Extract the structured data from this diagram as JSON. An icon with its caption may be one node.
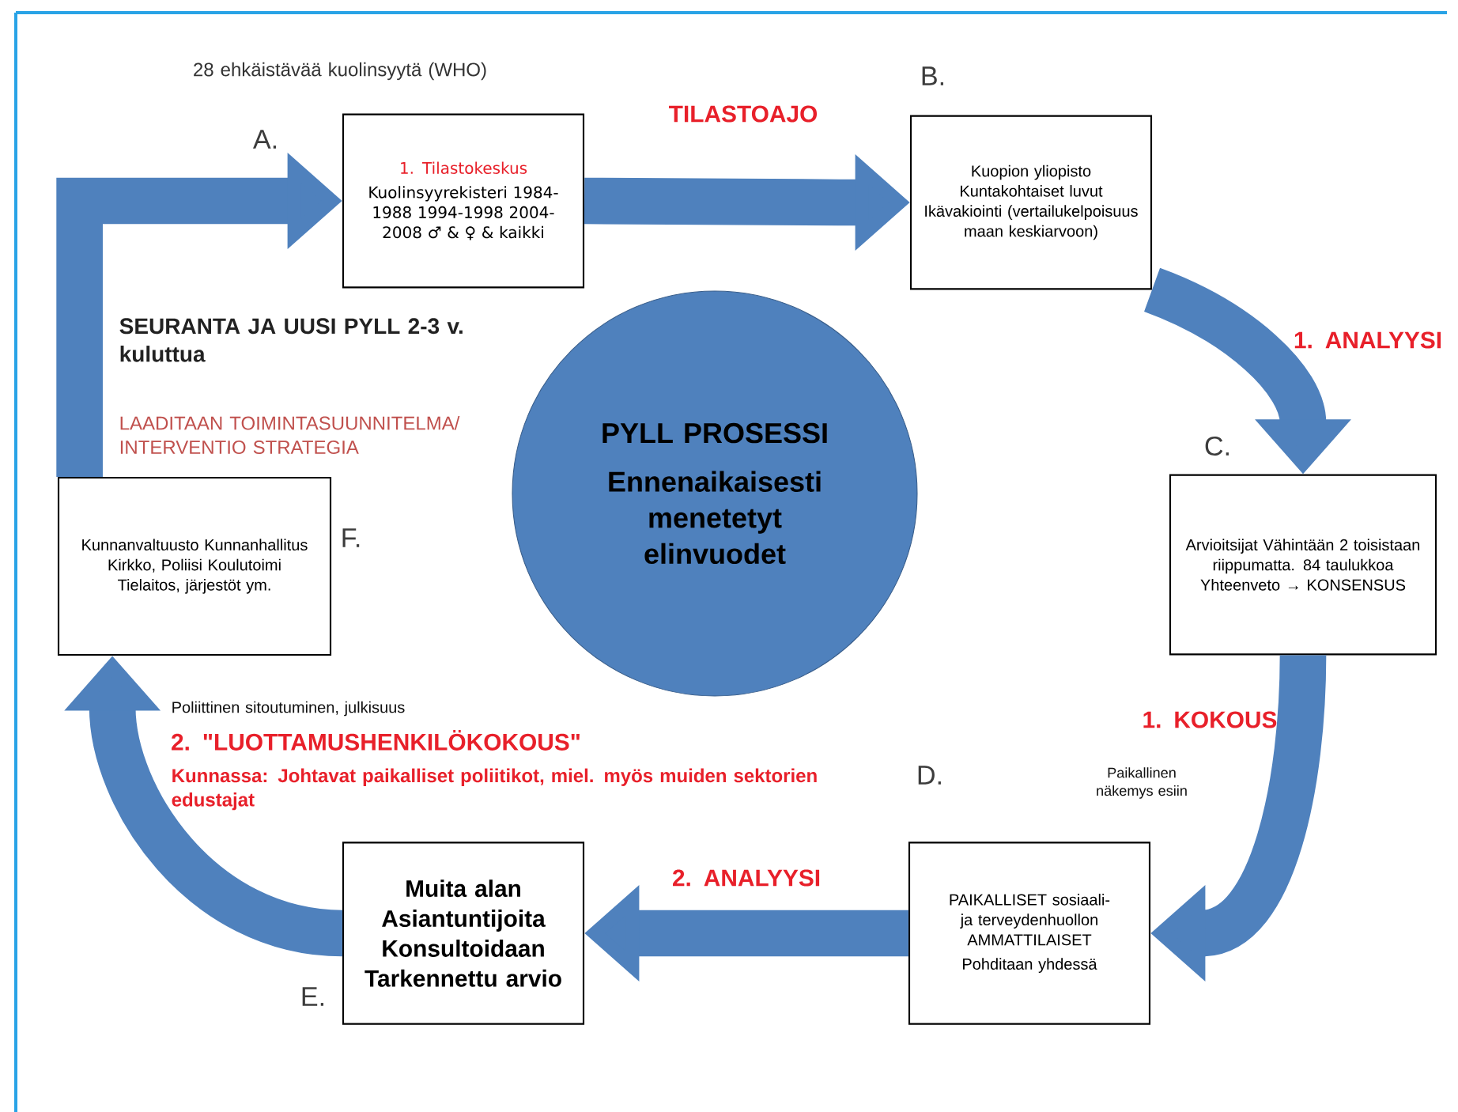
{
  "diagram": {
    "nodes": [
      {
        "text": [
          "1. Tilastokeskus",
          "Kuolinsyyrekisteri 1984-1988 1994-1998 2004-2008 ♂ & ♀ & kaikki"
        ],
        "beside": [
          "A."
        ]
      },
      {
        "text": [
          "Kuopion yliopisto Kuntakohtaiset luvut Ikävakiointi (vertailukelpoisuus maan keskiarvoon)"
        ],
        "beside": [
          "B."
        ]
      },
      {
        "text": [
          "Arvioitsijat Vähintään 2 toisistaan riippumatta. 84 taulukkoa Yhteenveto → KONSENSUS"
        ],
        "beside": [
          "C."
        ]
      },
      {
        "text": [
          "PAIKALLISET sosiaali- ja terveydenhuollon AMMATTILAISET",
          "Pohditaan yhdessä"
        ],
        "beside": [
          "D."
        ]
      },
      {
        "text": [
          "Muita alan Asiantuntijoita Konsultoidaan Tarkennettu arvio"
        ],
        "beside": [
          "E."
        ]
      },
      {
        "text": [
          "Kunnanvaltuusto Kunnanhallitus Kirkko, Poliisi Koulutoimi Tielaitos, järjestöt ym."
        ],
        "beside": [
          "F."
        ]
      },
      {
        "text": [
          "PYLL PROSESSI",
          "Ennenaikaisesti menetetyt elinvuodet"
        ]
      }
    ],
    "edges": [
      {
        "from": 0,
        "to": 1,
        "arrow": "to",
        "label": "TILASTOAJO"
      },
      {
        "from": 1,
        "to": 2,
        "arrow": "to",
        "label": "1. ANALYYSI"
      },
      {
        "from": 2,
        "to": 3,
        "arrow": "to",
        "label": "1. KOKOUS"
      },
      {
        "from": 3,
        "to": 4,
        "arrow": "to",
        "label": "2. ANALYYSI"
      },
      {
        "from": 4,
        "to": 5,
        "arrow": "to",
        "label": "2. \"LUOTTAMUSHENKILÖKOKOUS\""
      },
      {
        "from": 5,
        "to": 0,
        "arrow": "to",
        "label": "SEURANTA JA UUSI PYLL 2-3 v. kuluttua"
      }
    ],
    "labels": [
      "28 ehkäistävää kuolinsyytä (WHO)",
      "LAADITAAN TOIMINTASUUNNITELMA/ INTERVENTIO STRATEGIA",
      "Paikallinen näkemys esiin",
      "Poliittinen sitoutuminen, julkisuus",
      "Kunnassa: Johtavat paikalliset poliitikot, miel. myös muiden sektorien edustajat"
    ]
  }
}
